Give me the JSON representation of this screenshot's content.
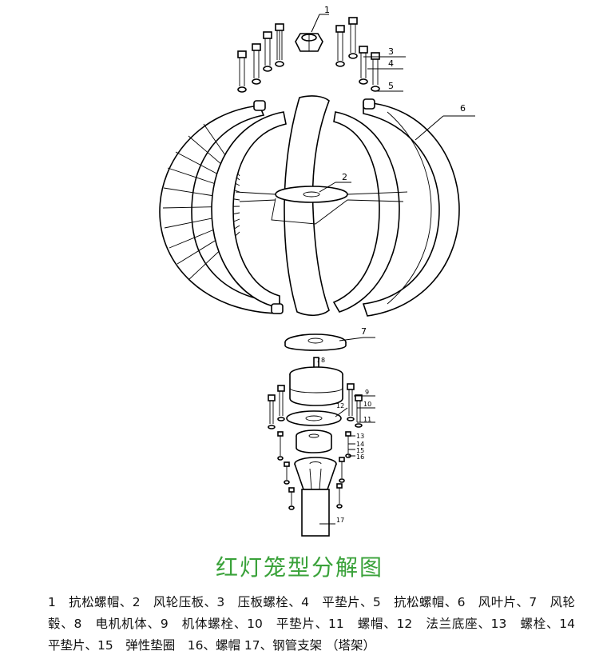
{
  "title": "红灯笼型分解图",
  "labels": {
    "n1": "1",
    "n2": "2",
    "n3": "3",
    "n4": "4",
    "n5": "5",
    "n6": "6",
    "n7": "7",
    "n8": "8",
    "n9": "9",
    "n10": "10",
    "n11": "11",
    "n12": "12",
    "n13": "13",
    "n14": "14",
    "n15": "15",
    "n16": "16",
    "n17": "17"
  },
  "legend": "1　抗松螺帽、2　风轮压板、3　压板螺栓、4　平垫片、5　抗松螺帽、6　风叶片、7　风轮毂、8　电机机体、9　机体螺栓、10　平垫片、11　螺帽、12　法兰底座、13　螺栓、14　平垫片、15　弹性垫圈　16、螺帽 17、钢管支架 （塔架）"
}
